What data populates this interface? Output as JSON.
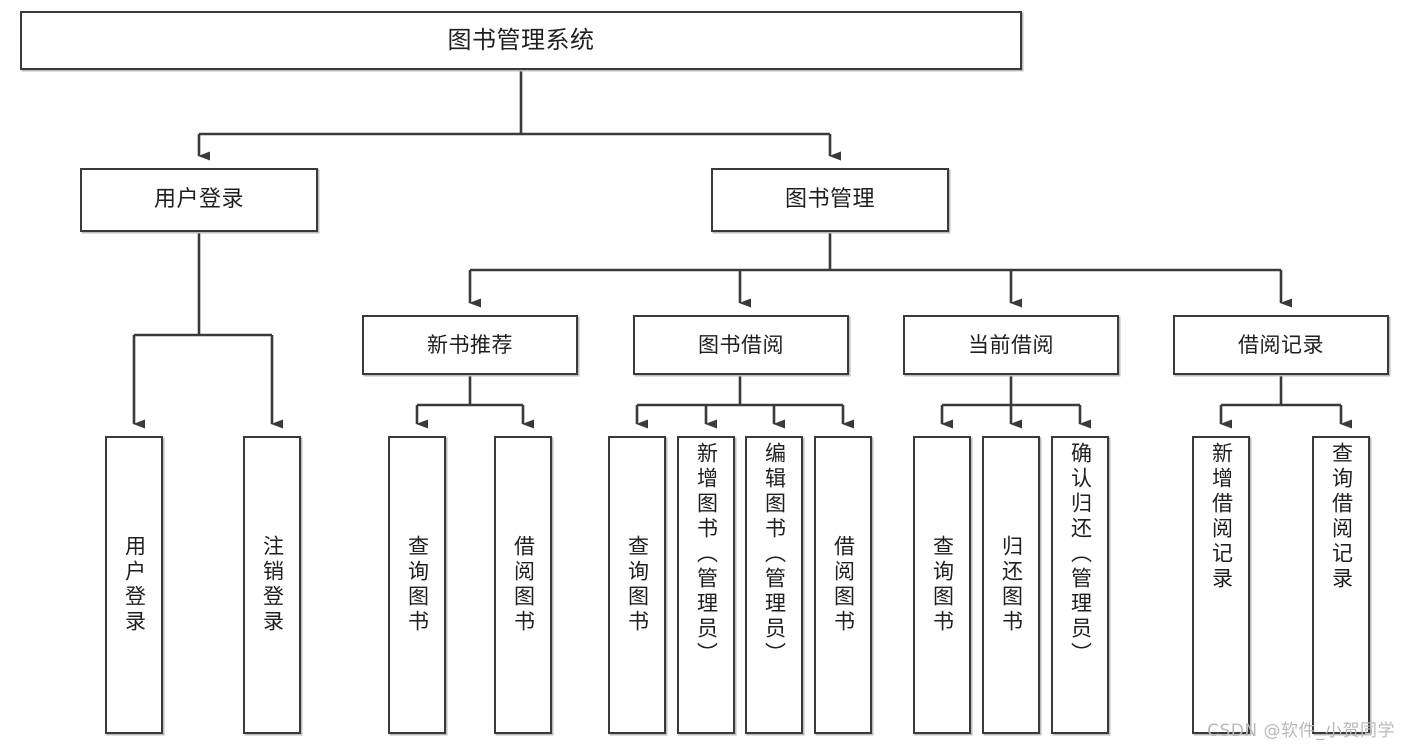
{
  "diagram": {
    "title": "图书管理系统",
    "type": "tree",
    "root": {
      "id": "root",
      "label": "图书管理系统"
    },
    "level2": [
      {
        "id": "user-login",
        "label": "用户登录"
      },
      {
        "id": "book-manage",
        "label": "图书管理"
      }
    ],
    "level3": [
      {
        "id": "new-book-rec",
        "label": "新书推荐",
        "parent": "book-manage"
      },
      {
        "id": "book-borrow",
        "label": "图书借阅",
        "parent": "book-manage"
      },
      {
        "id": "current-borrow",
        "label": "当前借阅",
        "parent": "book-manage"
      },
      {
        "id": "borrow-record",
        "label": "借阅记录",
        "parent": "book-manage"
      }
    ],
    "leaves": [
      {
        "id": "leaf-user-login",
        "label": "用户登录",
        "parent": "user-login"
      },
      {
        "id": "leaf-user-logout",
        "label": "注销登录",
        "parent": "user-login"
      },
      {
        "id": "leaf-rec-query",
        "label": "查询图书",
        "parent": "new-book-rec"
      },
      {
        "id": "leaf-rec-borrow",
        "label": "借阅图书",
        "parent": "new-book-rec"
      },
      {
        "id": "leaf-borrow-query",
        "label": "查询图书",
        "parent": "book-borrow"
      },
      {
        "id": "leaf-borrow-add",
        "label": "新增图书（管理员）",
        "parent": "book-borrow"
      },
      {
        "id": "leaf-borrow-edit",
        "label": "编辑图书（管理员）",
        "parent": "book-borrow"
      },
      {
        "id": "leaf-borrow-lend",
        "label": "借阅图书",
        "parent": "book-borrow"
      },
      {
        "id": "leaf-cur-query",
        "label": "查询图书",
        "parent": "current-borrow"
      },
      {
        "id": "leaf-cur-return",
        "label": "归还图书",
        "parent": "current-borrow"
      },
      {
        "id": "leaf-cur-confirm",
        "label": "确认归还（管理员）",
        "parent": "current-borrow"
      },
      {
        "id": "leaf-rec-add",
        "label": "新增借阅记录",
        "parent": "borrow-record"
      },
      {
        "id": "leaf-rec-query-log",
        "label": "查询借阅记录",
        "parent": "borrow-record"
      }
    ]
  },
  "watermark": {
    "text": "CSDN @软件_小贺同学"
  },
  "colors": {
    "box_border": "#3a3a3a",
    "box_fill": "#ffffff",
    "edge": "#3a3a3a",
    "text": "#1f1f1f",
    "watermark": "#b9b9b9",
    "shadow": "#bdbdbd"
  }
}
